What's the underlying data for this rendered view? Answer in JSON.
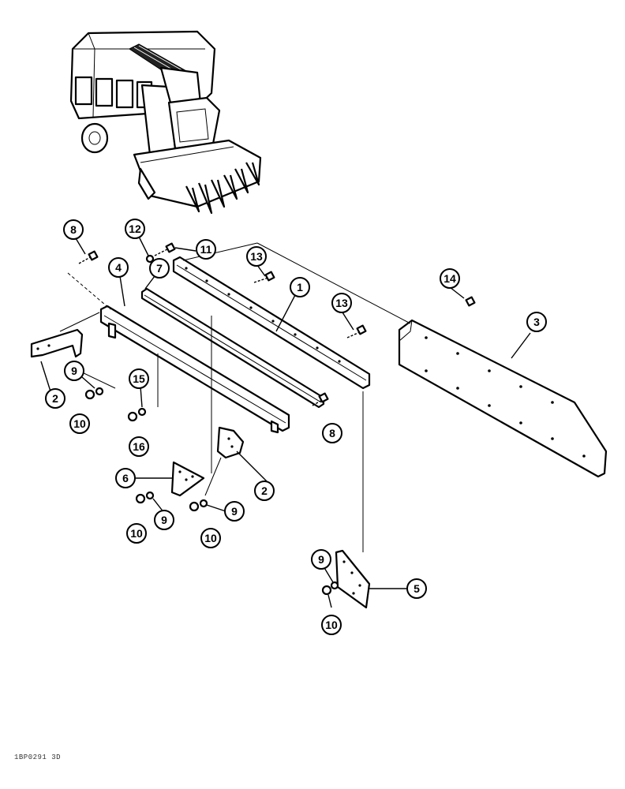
{
  "callouts": [
    "8",
    "12",
    "11",
    "4",
    "7",
    "13",
    "1",
    "13",
    "14",
    "3",
    "2",
    "9",
    "15",
    "10",
    "16",
    "8",
    "2",
    "6",
    "9",
    "9",
    "10",
    "10",
    "9",
    "5",
    "10"
  ],
  "figure_id": "1BP0291 3D"
}
